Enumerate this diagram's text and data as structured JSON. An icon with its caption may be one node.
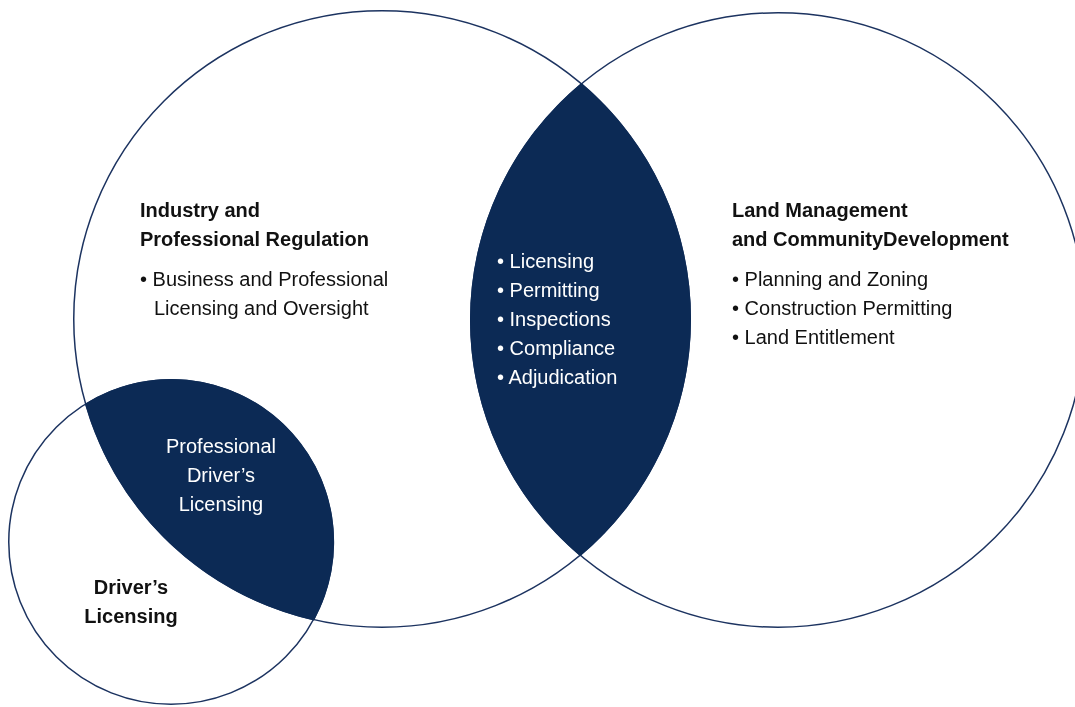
{
  "diagram": {
    "nodes": [
      {
        "text": [
          "Industry and Professional Regulation",
          "• Business and Professional Licensing and Oversight"
        ]
      },
      {
        "text": [
          "Land Management and CommunityDevelopment",
          "• Planning and Zoning",
          "• Construction Permitting",
          "• Land Entitlement"
        ]
      },
      {
        "text": [
          "Driver’s Licensing"
        ]
      },
      {
        "text": [
          "• Licensing",
          "• Permitting",
          "• Inspections",
          "• Compliance",
          "• Adjudication"
        ]
      },
      {
        "text": [
          "Professional Driver’s Licensing"
        ]
      }
    ],
    "edges": []
  }
}
